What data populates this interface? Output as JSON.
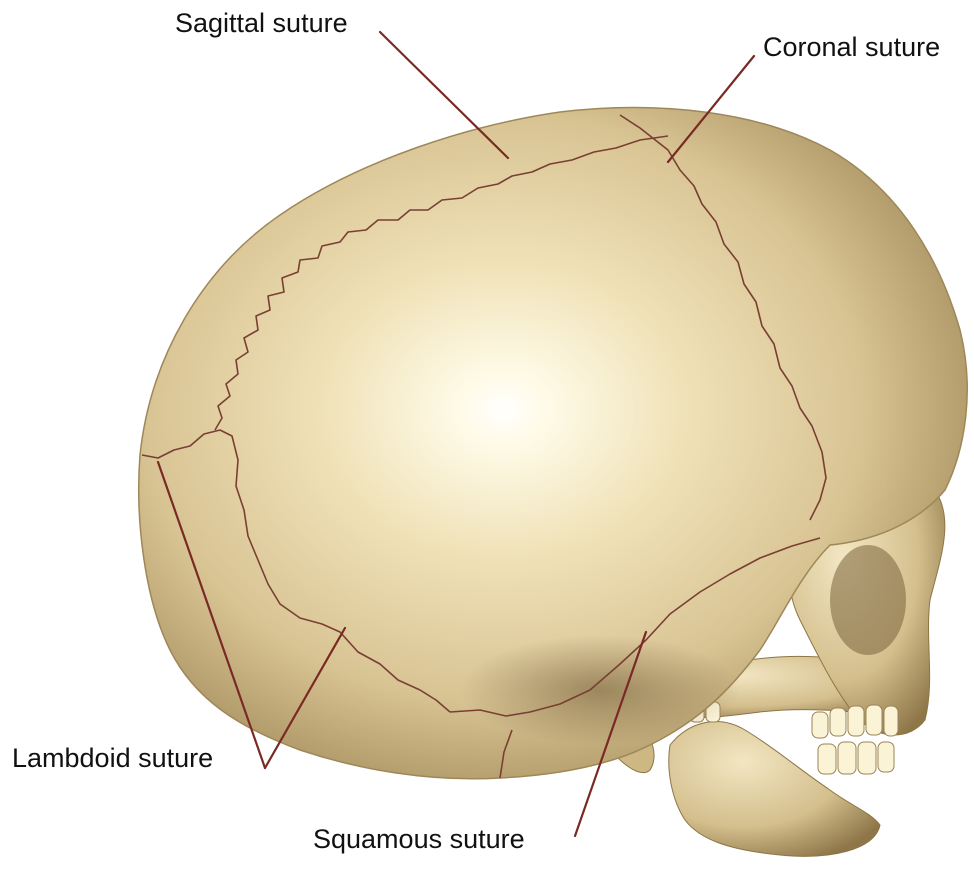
{
  "figure": {
    "labels": {
      "sagittal": "Sagittal suture",
      "coronal": "Coronal suture",
      "lambdoid": "Lambdoid suture",
      "squamous": "Squamous suture"
    },
    "colors": {
      "bone_light": "#fdf5dc",
      "bone_mid": "#dcc99c",
      "bone_shadow": "#9b8457",
      "suture_line": "#7a3f33",
      "leader_line": "#7a2a25",
      "text": "#111111"
    }
  }
}
